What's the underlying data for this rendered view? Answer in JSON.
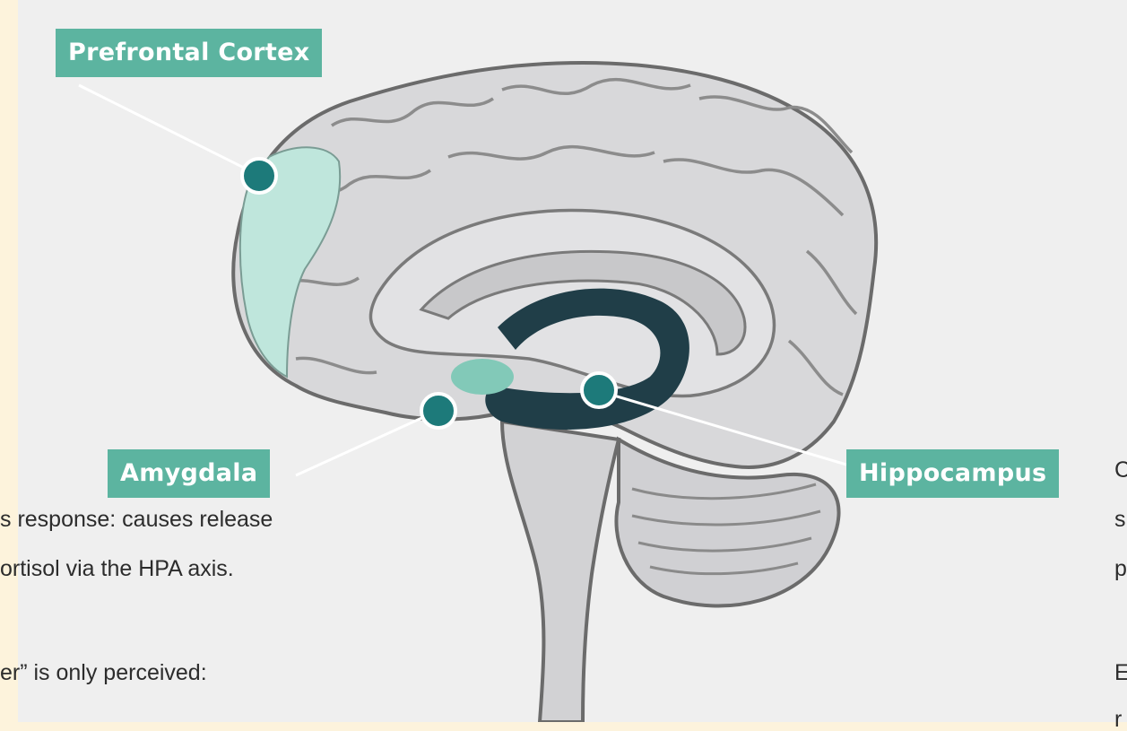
{
  "labels": {
    "prefrontal": "Prefrontal Cortex",
    "amygdala": "Amygdala",
    "hippocampus": "Hippocampus"
  },
  "left_text": {
    "line1": "s response: causes release",
    "line2": "ortisol via the HPA axis.",
    "line3": "er” is only perceived:"
  },
  "right_text": {
    "line1": "C",
    "line2": "s",
    "line3": "p",
    "line4": "E",
    "line5": "r"
  },
  "colors": {
    "label_bg": "#5cb4a0",
    "marker": "#1d7a7a",
    "prefrontal_fill": "#bfe6dc",
    "hippocampus_fill": "#203e48",
    "amygdala_fill": "#82c9b8",
    "brain_fill": "#d6d6d8"
  }
}
